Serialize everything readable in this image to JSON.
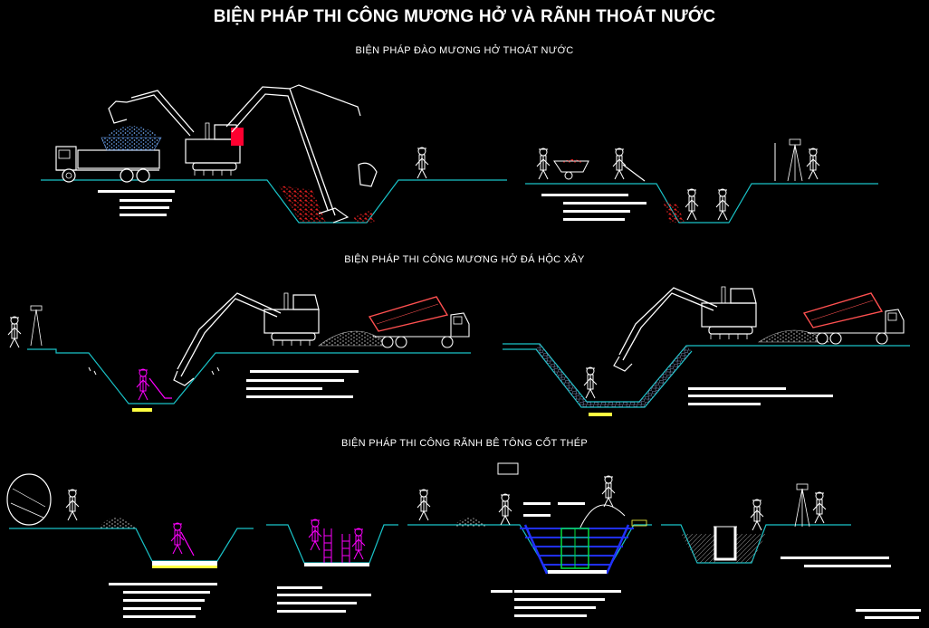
{
  "drawing": {
    "title": "BIỆN PHÁP THI CÔNG MƯƠNG HỞ VÀ RÃNH THOÁT NƯỚC",
    "sections": [
      {
        "id": "excavation",
        "title": "BIỆN PHÁP ĐÀO MƯƠNG HỞ THOÁT NƯỚC"
      },
      {
        "id": "rubble-ditch",
        "title": "BIỆN PHÁP THI CÔNG MƯƠNG HỞ ĐÁ HỘC XÂY"
      },
      {
        "id": "concrete-ditch",
        "title": "BIỆN PHÁP THI CÔNG RÃNH BÊ TÔNG CỐT THÉP"
      }
    ]
  },
  "colors": {
    "ground": "#19c3c8",
    "worker": "#ff00ff",
    "soil": "#e02020",
    "machine": "#ffffff",
    "rebar": "#00e040",
    "formwork": "#2030ff",
    "annotation": "#ffff40"
  }
}
